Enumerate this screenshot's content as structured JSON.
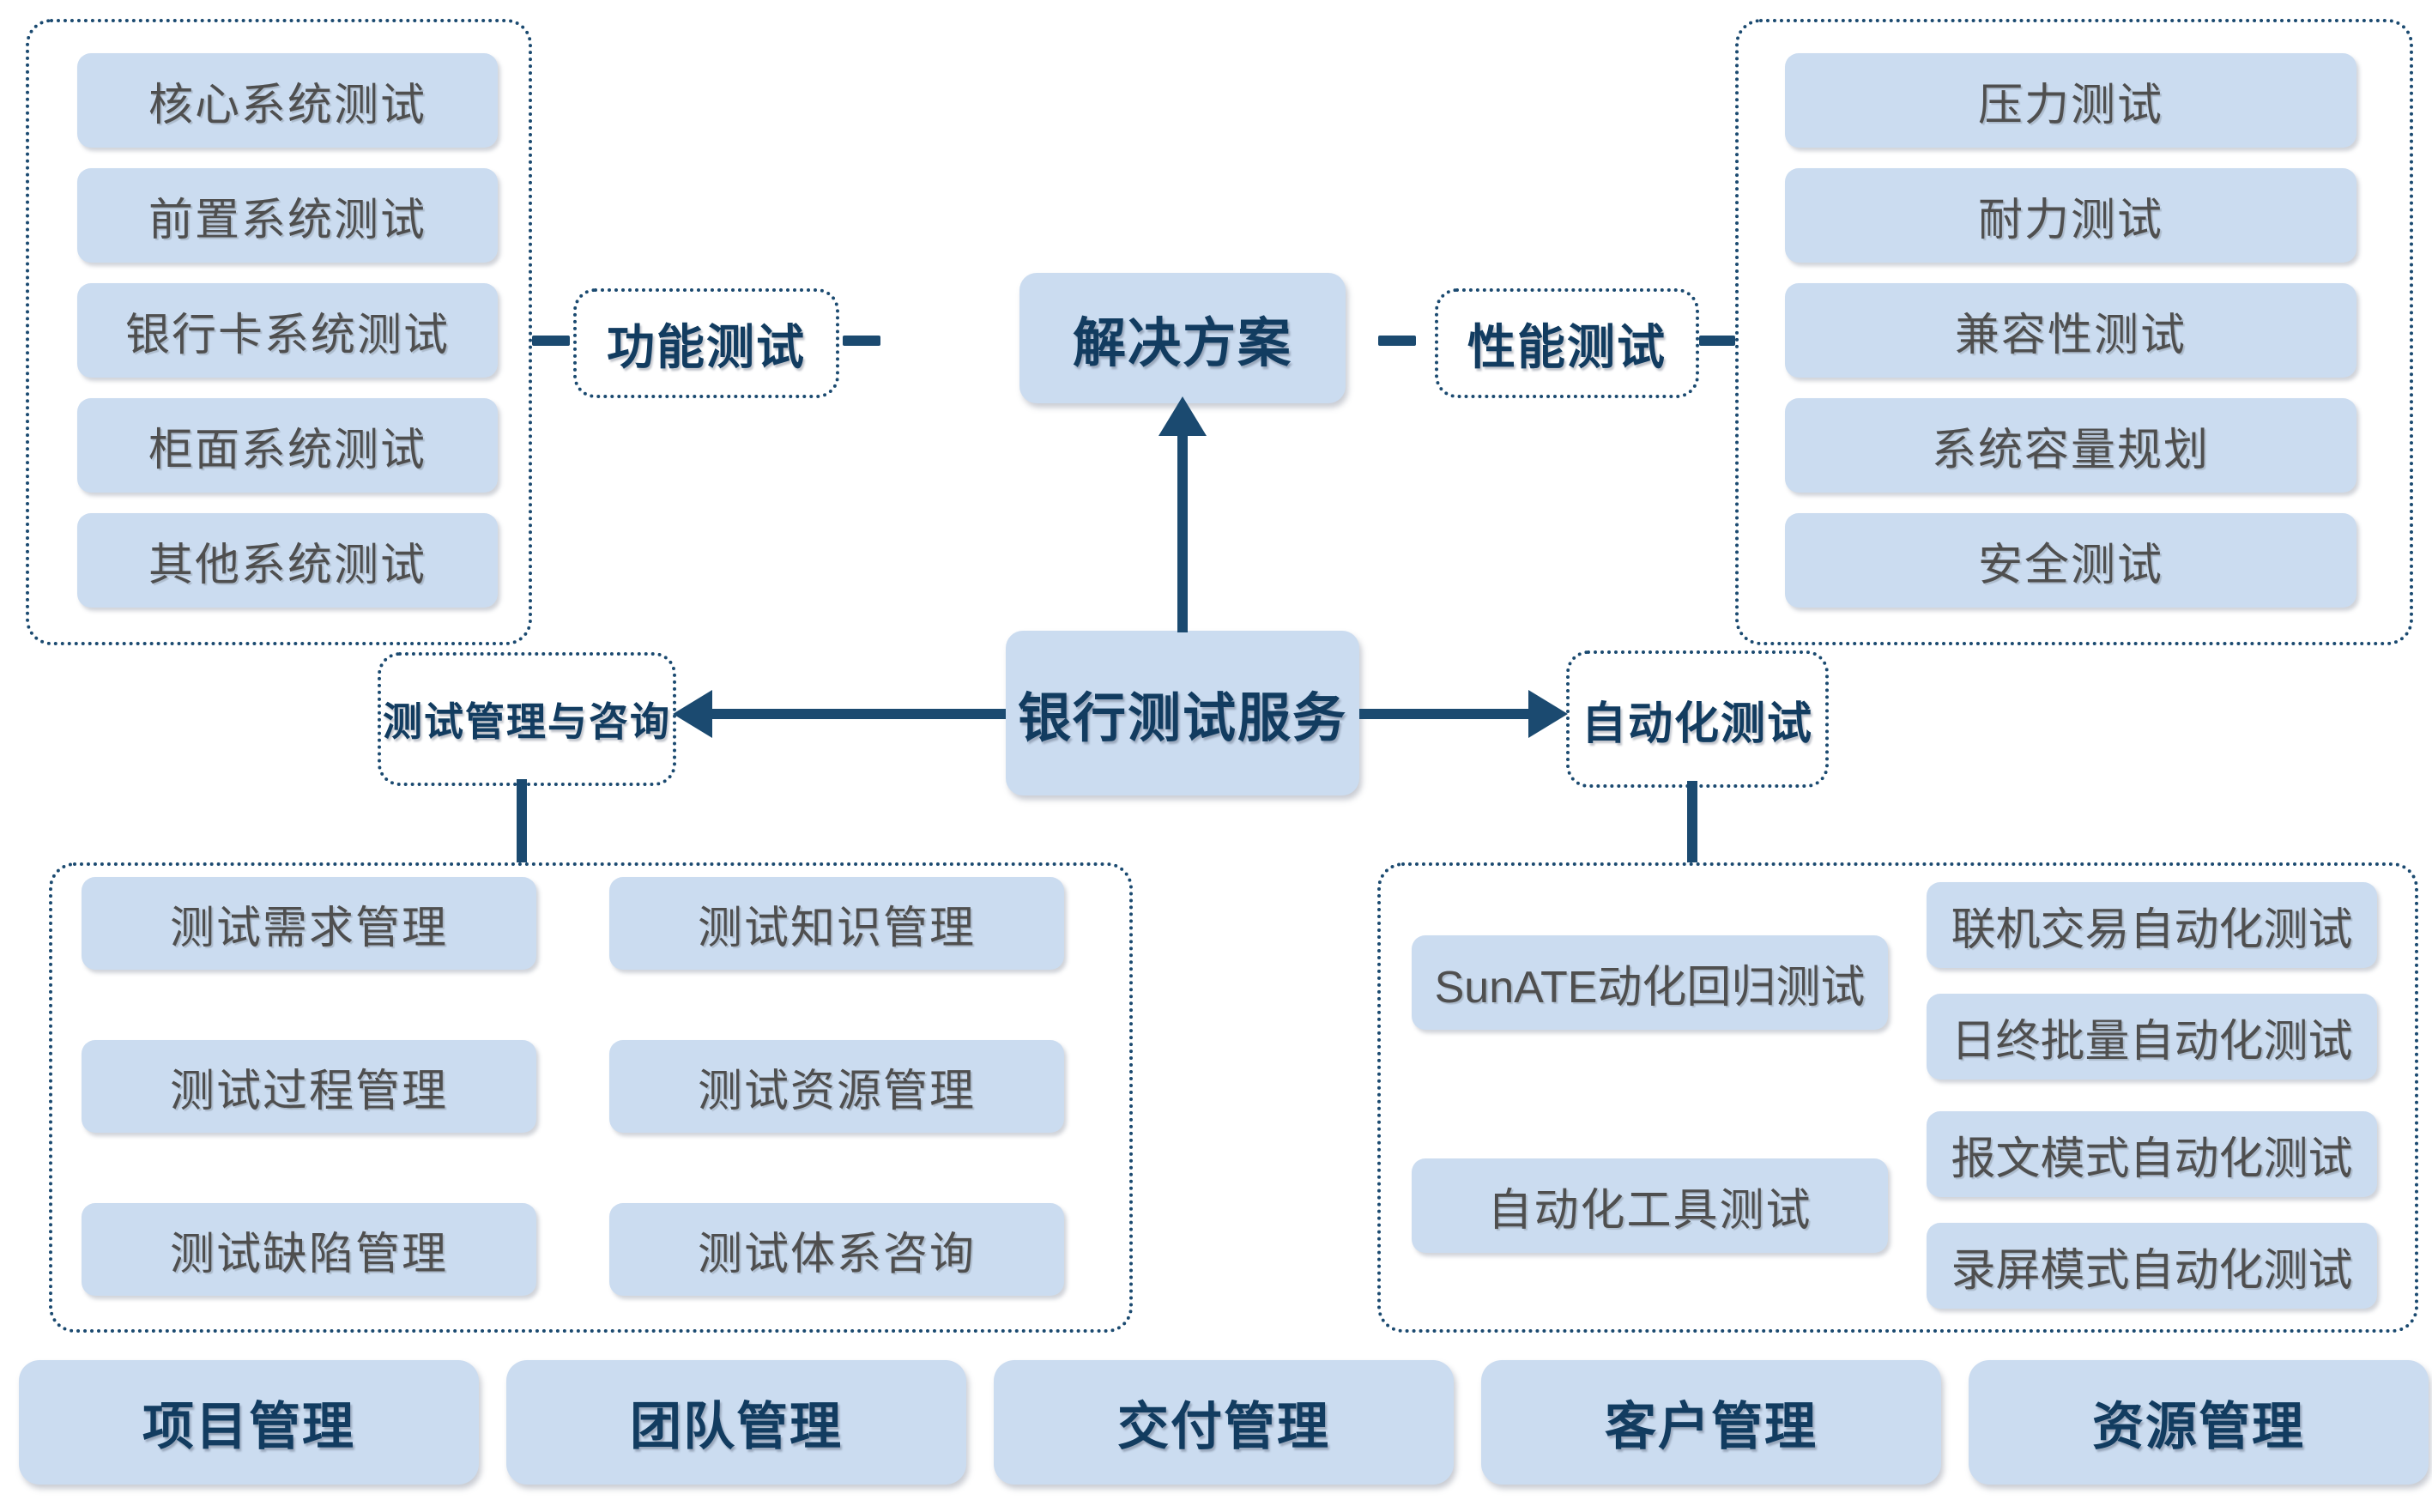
{
  "colors": {
    "box_fill": "#cbdcf0",
    "navy_text": "#123c60",
    "line_navy": "#1b4a70",
    "gray_text": "#4f4f4f",
    "bg": "#ffffff"
  },
  "center": {
    "label": "银行测试服务"
  },
  "solution": {
    "label": "解决方案"
  },
  "functional": {
    "label": "功能测试",
    "items": [
      "核心系统测试",
      "前置系统测试",
      "银行卡系统测试",
      "柜面系统测试",
      "其他系统测试"
    ]
  },
  "performance": {
    "label": "性能测试",
    "items": [
      "压力测试",
      "耐力测试",
      "兼容性测试",
      "系统容量规划",
      "安全测试"
    ]
  },
  "management": {
    "label": "测试管理与咨询",
    "col1": [
      "测试需求管理",
      "测试过程管理",
      "测试缺陷管理"
    ],
    "col2": [
      "测试知识管理",
      "测试资源管理",
      "测试体系咨询"
    ]
  },
  "automation": {
    "label": "自动化测试",
    "col1": [
      "SunATE动化回归测试",
      "自动化工具测试"
    ],
    "col2": [
      "联机交易自动化测试",
      "日终批量自动化测试",
      "报文模式自动化测试",
      "录屏模式自动化测试"
    ]
  },
  "bottom_bar": {
    "items": [
      "项目管理",
      "团队管理",
      "交付管理",
      "客户管理",
      "资源管理"
    ]
  }
}
